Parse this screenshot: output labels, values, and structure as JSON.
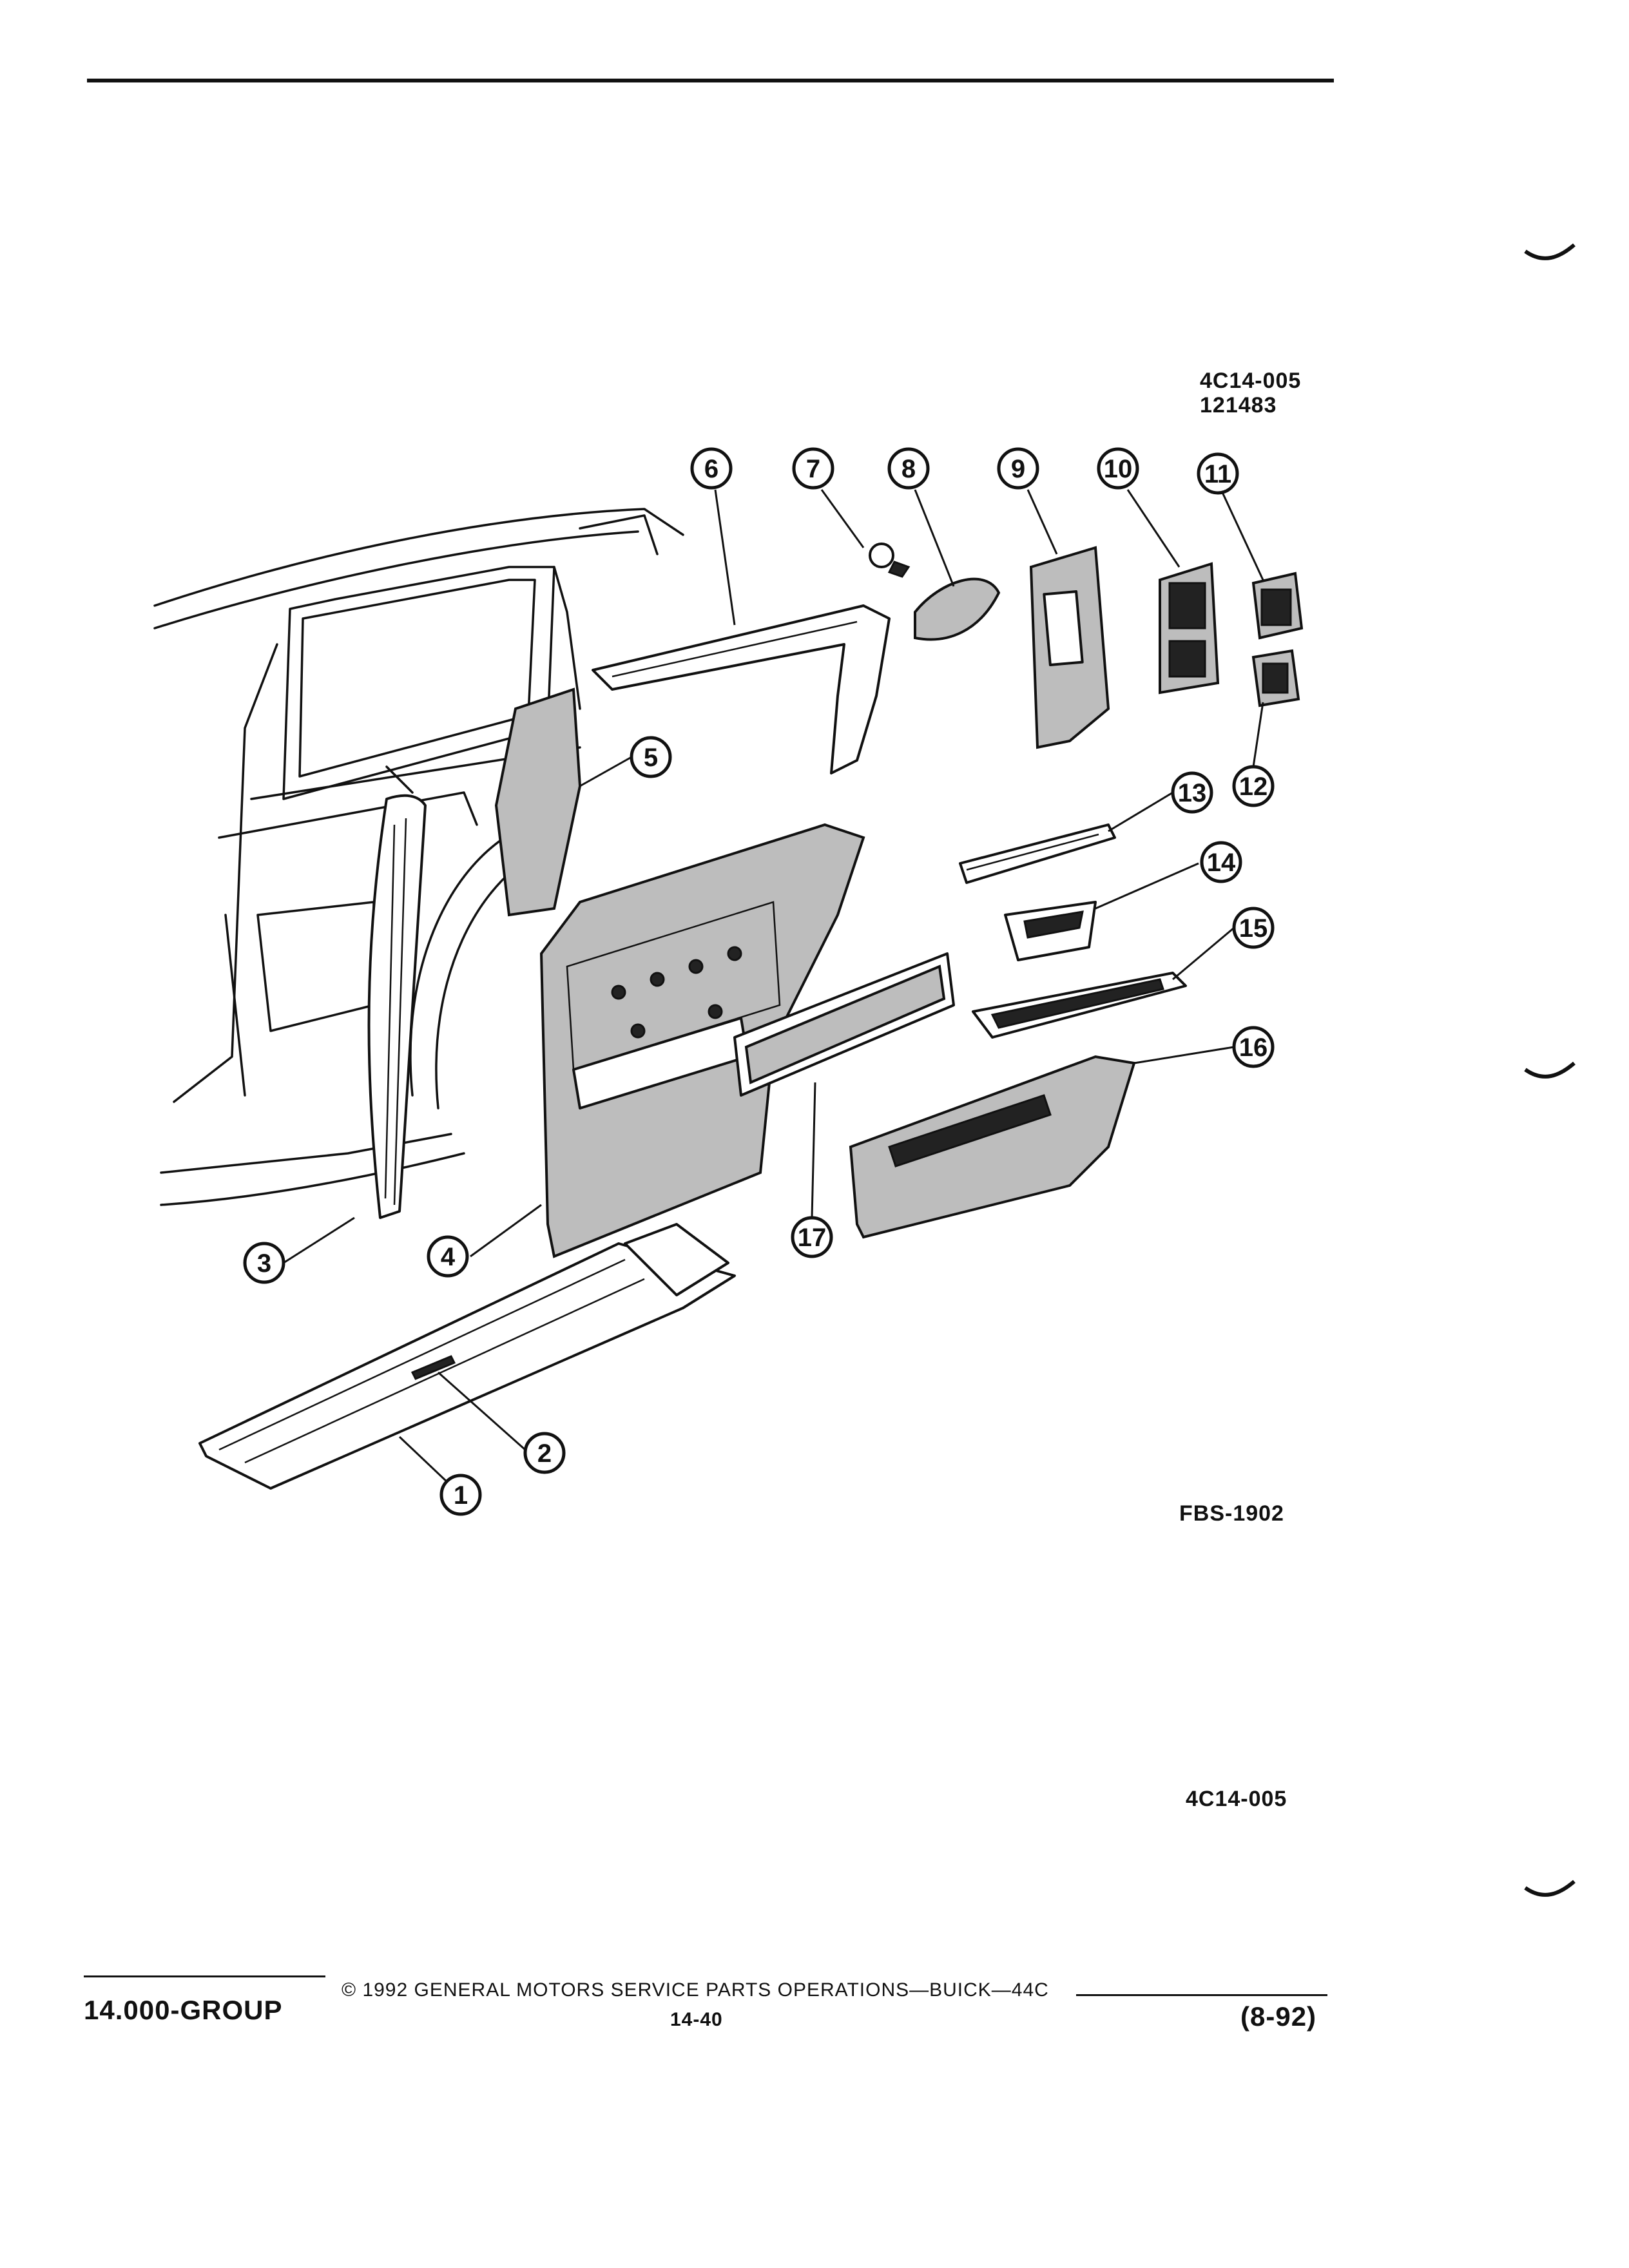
{
  "figure": {
    "code": "4C14-005",
    "number": "121483",
    "drawing_id": "FBS-1902",
    "bottom_code": "4C14-005"
  },
  "callouts": [
    "1",
    "2",
    "3",
    "4",
    "5",
    "6",
    "7",
    "8",
    "9",
    "10",
    "11",
    "12",
    "13",
    "14",
    "15",
    "16",
    "17"
  ],
  "footer": {
    "group": "14.000-GROUP",
    "copyright": "© 1992 GENERAL MOTORS SERVICE PARTS OPERATIONS—BUICK—44C",
    "page": "14-40",
    "date": "(8-92)"
  }
}
